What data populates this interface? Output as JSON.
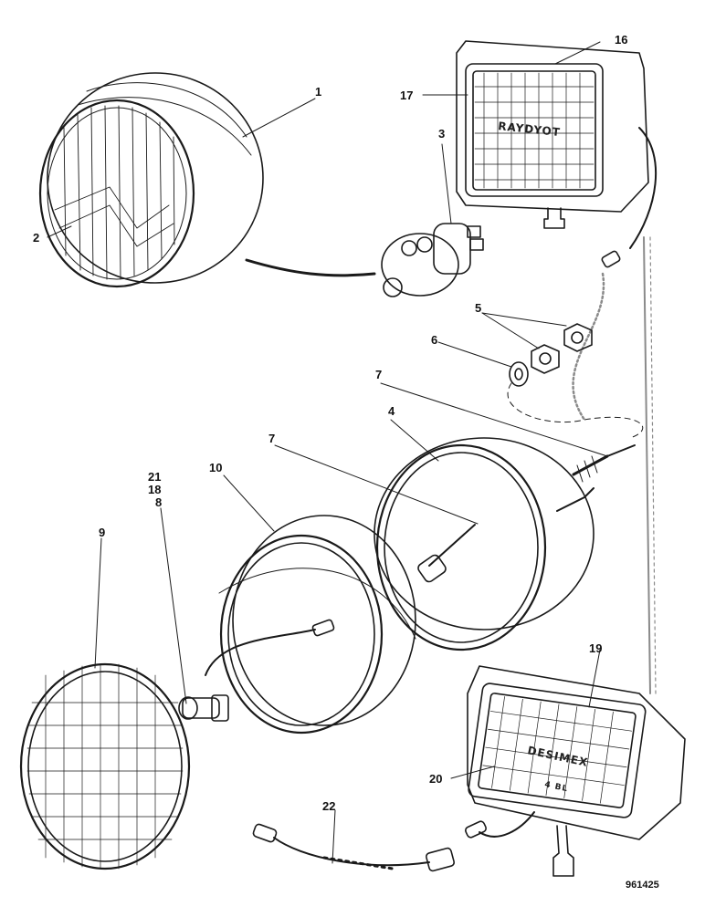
{
  "callouts": {
    "c1": "1",
    "c2": "2",
    "c3": "3",
    "c4": "4",
    "c5": "5",
    "c6": "6",
    "c7a": "7",
    "c7b": "7",
    "c9": "9",
    "c10": "10",
    "c21": "21",
    "c18": "18",
    "c8": "8",
    "c16": "16",
    "c17": "17",
    "c19": "19",
    "c20": "20",
    "c22": "22"
  },
  "brand_top": "RAYDYOT",
  "brand_bottom": "DESIMEX",
  "bottom_lamp_code": "4 BL",
  "figure_number": "961425",
  "colors": {
    "ink": "#1a1a1a",
    "paper": "#ffffff",
    "shade": "#8a8a8a"
  }
}
